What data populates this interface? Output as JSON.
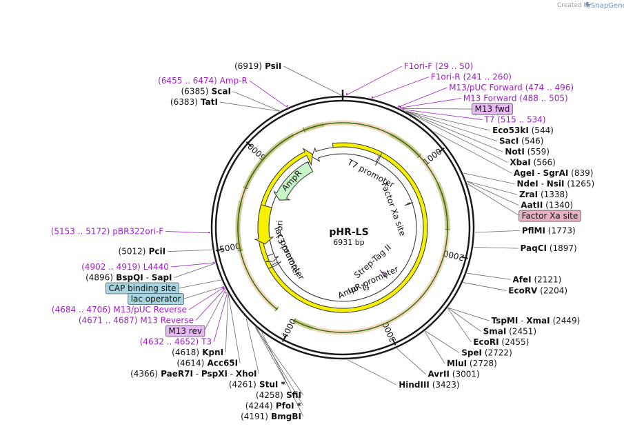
{
  "credit": {
    "prefix": "Created by",
    "brand": "SnapGene"
  },
  "plasmid": {
    "name": "pHR-LS",
    "size_label": "6931 bp",
    "length": 6931
  },
  "ticks": [
    {
      "pos": 1000,
      "label": "1000"
    },
    {
      "pos": 2000,
      "label": "2000"
    },
    {
      "pos": 3000,
      "label": "3000"
    },
    {
      "pos": 4000,
      "label": "4000"
    },
    {
      "pos": 5000,
      "label": "5000"
    },
    {
      "pos": 6000,
      "label": "6000"
    }
  ],
  "labels": [
    {
      "pos": 6919,
      "type": "site",
      "parts": [
        {
          "t": "(6919)",
          "s": "n"
        },
        {
          "t": " PsiI",
          "s": "b"
        }
      ]
    },
    {
      "pos": 29,
      "type": "primer",
      "parts": [
        {
          "t": "F1ori-F",
          "s": "p"
        },
        {
          "t": "  (29 .. 50)",
          "s": "p"
        }
      ]
    },
    {
      "pos": 241,
      "type": "primer",
      "parts": [
        {
          "t": "F1ori-R",
          "s": "p"
        },
        {
          "t": "  (241 .. 260)",
          "s": "p"
        }
      ]
    },
    {
      "pos": 474,
      "type": "primer",
      "parts": [
        {
          "t": "M13/pUC Forward",
          "s": "p"
        },
        {
          "t": "  (474 .. 496)",
          "s": "p"
        }
      ]
    },
    {
      "pos": 488,
      "type": "primer",
      "parts": [
        {
          "t": "M13 Forward",
          "s": "p"
        },
        {
          "t": "  (488 .. 505)",
          "s": "p"
        }
      ]
    },
    {
      "pos": 500,
      "type": "box",
      "box": "m13",
      "parts": [
        {
          "t": "M13 fwd",
          "s": "n"
        }
      ]
    },
    {
      "pos": 515,
      "type": "primer",
      "parts": [
        {
          "t": "T7",
          "s": "p"
        },
        {
          "t": "  (515 .. 534)",
          "s": "p"
        }
      ]
    },
    {
      "pos": 544,
      "type": "site",
      "parts": [
        {
          "t": "Eco53kI",
          "s": "b"
        },
        {
          "t": "  (544)",
          "s": "n"
        }
      ]
    },
    {
      "pos": 546,
      "type": "site",
      "parts": [
        {
          "t": "SacI",
          "s": "b"
        },
        {
          "t": "  (546)",
          "s": "n"
        }
      ]
    },
    {
      "pos": 559,
      "type": "site",
      "parts": [
        {
          "t": "NotI",
          "s": "b"
        },
        {
          "t": "  (559)",
          "s": "n"
        }
      ]
    },
    {
      "pos": 566,
      "type": "site",
      "parts": [
        {
          "t": "XbaI",
          "s": "b"
        },
        {
          "t": "  (566)",
          "s": "n"
        }
      ]
    },
    {
      "pos": 839,
      "type": "site",
      "parts": [
        {
          "t": "AgeI",
          "s": "b"
        },
        {
          "t": "  - ",
          "s": "n"
        },
        {
          "t": "SgrAI",
          "s": "b"
        },
        {
          "t": "  (839)",
          "s": "n"
        }
      ]
    },
    {
      "pos": 1265,
      "type": "site",
      "parts": [
        {
          "t": "NdeI",
          "s": "b"
        },
        {
          "t": "  - ",
          "s": "n"
        },
        {
          "t": "NsiI",
          "s": "b"
        },
        {
          "t": "  (1265)",
          "s": "n"
        }
      ]
    },
    {
      "pos": 1338,
      "type": "site",
      "parts": [
        {
          "t": "ZraI",
          "s": "b"
        },
        {
          "t": "  (1338)",
          "s": "n"
        }
      ]
    },
    {
      "pos": 1340,
      "type": "site",
      "parts": [
        {
          "t": "AatII",
          "s": "b"
        },
        {
          "t": "  (1340)",
          "s": "n"
        }
      ]
    },
    {
      "pos": 1360,
      "type": "box",
      "box": "fxa",
      "parts": [
        {
          "t": "Factor Xa site",
          "s": "n"
        }
      ]
    },
    {
      "pos": 1773,
      "type": "site",
      "parts": [
        {
          "t": "PflMI",
          "s": "b"
        },
        {
          "t": "  (1773)",
          "s": "n"
        }
      ]
    },
    {
      "pos": 1897,
      "type": "site",
      "parts": [
        {
          "t": "PaqCI",
          "s": "b"
        },
        {
          "t": "  (1897)",
          "s": "n"
        }
      ]
    },
    {
      "pos": 2121,
      "type": "site",
      "parts": [
        {
          "t": "AfeI",
          "s": "b"
        },
        {
          "t": "  (2121)",
          "s": "n"
        }
      ]
    },
    {
      "pos": 2204,
      "type": "site",
      "parts": [
        {
          "t": "EcoRV",
          "s": "b"
        },
        {
          "t": "  (2204)",
          "s": "n"
        }
      ]
    },
    {
      "pos": 2449,
      "type": "site",
      "parts": [
        {
          "t": "TspMI",
          "s": "b"
        },
        {
          "t": "  - ",
          "s": "n"
        },
        {
          "t": "XmaI",
          "s": "b"
        },
        {
          "t": "  (2449)",
          "s": "n"
        }
      ]
    },
    {
      "pos": 2451,
      "type": "site",
      "parts": [
        {
          "t": "SmaI",
          "s": "b"
        },
        {
          "t": "  (2451)",
          "s": "n"
        }
      ]
    },
    {
      "pos": 2455,
      "type": "site",
      "parts": [
        {
          "t": "EcoRI",
          "s": "b"
        },
        {
          "t": "  (2455)",
          "s": "n"
        }
      ]
    },
    {
      "pos": 2722,
      "type": "site",
      "parts": [
        {
          "t": "SpeI",
          "s": "b"
        },
        {
          "t": "  (2722)",
          "s": "n"
        }
      ]
    },
    {
      "pos": 2728,
      "type": "site",
      "parts": [
        {
          "t": "MluI",
          "s": "b"
        },
        {
          "t": "  (2728)",
          "s": "n"
        }
      ]
    },
    {
      "pos": 3001,
      "type": "site",
      "parts": [
        {
          "t": "AvrII",
          "s": "b"
        },
        {
          "t": "  (3001)",
          "s": "n"
        }
      ]
    },
    {
      "pos": 3423,
      "type": "site",
      "parts": [
        {
          "t": "HindIII",
          "s": "b"
        },
        {
          "t": "  (3423)",
          "s": "n"
        }
      ]
    },
    {
      "pos": 4191,
      "type": "site",
      "parts": [
        {
          "t": "(4191)",
          "s": "n"
        },
        {
          "t": "  BmgBI",
          "s": "b"
        }
      ]
    },
    {
      "pos": 4244,
      "type": "site",
      "parts": [
        {
          "t": "(4244)",
          "s": "n"
        },
        {
          "t": "  PfoI *",
          "s": "b"
        }
      ]
    },
    {
      "pos": 4258,
      "type": "site",
      "parts": [
        {
          "t": "(4258)",
          "s": "n"
        },
        {
          "t": "  SfiI",
          "s": "b"
        }
      ]
    },
    {
      "pos": 4261,
      "type": "site",
      "parts": [
        {
          "t": "(4261)",
          "s": "n"
        },
        {
          "t": "  StuI *",
          "s": "b"
        }
      ]
    },
    {
      "pos": 4366,
      "type": "site",
      "parts": [
        {
          "t": "(4366)",
          "s": "n"
        },
        {
          "t": "  PaeR7I",
          "s": "b"
        },
        {
          "t": "  - ",
          "s": "n"
        },
        {
          "t": "PspXI",
          "s": "b"
        },
        {
          "t": "  - ",
          "s": "n"
        },
        {
          "t": "XhoI",
          "s": "b"
        }
      ]
    },
    {
      "pos": 4614,
      "type": "site",
      "parts": [
        {
          "t": "(4614)",
          "s": "n"
        },
        {
          "t": "  Acc65I",
          "s": "b"
        }
      ]
    },
    {
      "pos": 4618,
      "type": "site",
      "parts": [
        {
          "t": "(4618)",
          "s": "n"
        },
        {
          "t": "  KpnI",
          "s": "b"
        }
      ]
    },
    {
      "pos": 4632,
      "type": "primer",
      "parts": [
        {
          "t": "(4632 .. 4652)",
          "s": "p"
        },
        {
          "t": "  T3",
          "s": "p"
        }
      ]
    },
    {
      "pos": 4660,
      "type": "box",
      "box": "m13",
      "parts": [
        {
          "t": "M13 rev",
          "s": "n"
        }
      ]
    },
    {
      "pos": 4671,
      "type": "primer",
      "parts": [
        {
          "t": "(4671 .. 4687)",
          "s": "p"
        },
        {
          "t": "  M13 Reverse",
          "s": "p"
        }
      ]
    },
    {
      "pos": 4690,
      "type": "box",
      "box": "lac",
      "parts": [
        {
          "t": "lac operator",
          "s": "n"
        }
      ]
    },
    {
      "pos": 4684,
      "type": "primer",
      "parts": [
        {
          "t": "(4684 .. 4706)",
          "s": "p"
        },
        {
          "t": "  M13/pUC Reverse",
          "s": "p"
        }
      ]
    },
    {
      "pos": 4750,
      "type": "box",
      "box": "lac",
      "parts": [
        {
          "t": "CAP binding site",
          "s": "n"
        }
      ]
    },
    {
      "pos": 4896,
      "type": "site",
      "parts": [
        {
          "t": "(4896)",
          "s": "n"
        },
        {
          "t": "  BspQI",
          "s": "b"
        },
        {
          "t": "  - ",
          "s": "n"
        },
        {
          "t": "SapI",
          "s": "b"
        }
      ]
    },
    {
      "pos": 4902,
      "type": "primer",
      "parts": [
        {
          "t": "(4902 .. 4919)",
          "s": "p"
        },
        {
          "t": "  L4440",
          "s": "p"
        }
      ]
    },
    {
      "pos": 5012,
      "type": "site",
      "parts": [
        {
          "t": "(5012)",
          "s": "n"
        },
        {
          "t": "  PciI",
          "s": "b"
        }
      ]
    },
    {
      "pos": 5153,
      "type": "primer",
      "parts": [
        {
          "t": "(5153 .. 5172)",
          "s": "p"
        },
        {
          "t": "  pBR322ori-F",
          "s": "p"
        }
      ]
    },
    {
      "pos": 6383,
      "type": "site",
      "parts": [
        {
          "t": "(6383)",
          "s": "n"
        },
        {
          "t": "  TatI",
          "s": "b"
        }
      ]
    },
    {
      "pos": 6385,
      "type": "site",
      "parts": [
        {
          "t": "(6385)",
          "s": "n"
        },
        {
          "t": "  ScaI",
          "s": "b"
        }
      ]
    },
    {
      "pos": 6455,
      "type": "primer",
      "parts": [
        {
          "t": "(6455 .. 6474)",
          "s": "p"
        },
        {
          "t": "  Amp-R",
          "s": "p"
        }
      ]
    }
  ],
  "features": [
    {
      "name": "f1 ori",
      "start": 6800,
      "end": 6500,
      "dir": "cw",
      "kind": "ori"
    },
    {
      "name": "AmpR promoter",
      "start": 6420,
      "end": 6480,
      "dir": "ccw",
      "kind": "promoter"
    },
    {
      "name": "AmpR",
      "start": 6390,
      "end": 5650,
      "dir": "ccw",
      "kind": "gene"
    },
    {
      "name": "ori",
      "start": 5500,
      "end": 4970,
      "dir": "ccw",
      "kind": "ori"
    },
    {
      "name": "lac promoter",
      "start": 4800,
      "end": 4700,
      "dir": "ccw",
      "kind": "promoter"
    },
    {
      "name": "T3 promoter",
      "start": 4660,
      "end": 4630,
      "dir": "ccw",
      "kind": "promoter"
    },
    {
      "name": "T7 promoter",
      "start": 520,
      "end": 540,
      "dir": "cw",
      "kind": "promoter"
    },
    {
      "name": "Factor Xa site",
      "start": 1340,
      "end": 1360,
      "dir": "cw",
      "kind": "site"
    },
    {
      "name": "Strep-Tag II",
      "start": 2650,
      "end": 2680,
      "dir": "cw",
      "kind": "tag"
    }
  ],
  "arcs": [
    {
      "start": 6730,
      "end": 6520,
      "dir": "ccw",
      "color": "#66b82e"
    },
    {
      "start": 6390,
      "end": 5630,
      "dir": "ccw",
      "color": "#66b82e"
    },
    {
      "start": 5480,
      "end": 4960,
      "dir": "ccw",
      "color": "#66b82e"
    },
    {
      "start": 520,
      "end": 900,
      "dir": "cw",
      "color": "#66b82e"
    },
    {
      "start": 1250,
      "end": 1750,
      "dir": "cw",
      "color": "#66b82e"
    },
    {
      "start": 3780,
      "end": 3990,
      "dir": "cw",
      "color": "#66b82e"
    },
    {
      "start": 3990,
      "end": 4220,
      "dir": "ccw",
      "color": "#d98c3a"
    }
  ],
  "colors": {
    "backbone": "#1a1a1a",
    "primer": "#a020c8",
    "ori": "#f5f000",
    "gene": "#c8f5c8",
    "promoter": "#ffffff",
    "m13_box": "#e4b8f0",
    "lac_box": "#a8d4e0",
    "fxa_box": "#e8b0c0"
  }
}
